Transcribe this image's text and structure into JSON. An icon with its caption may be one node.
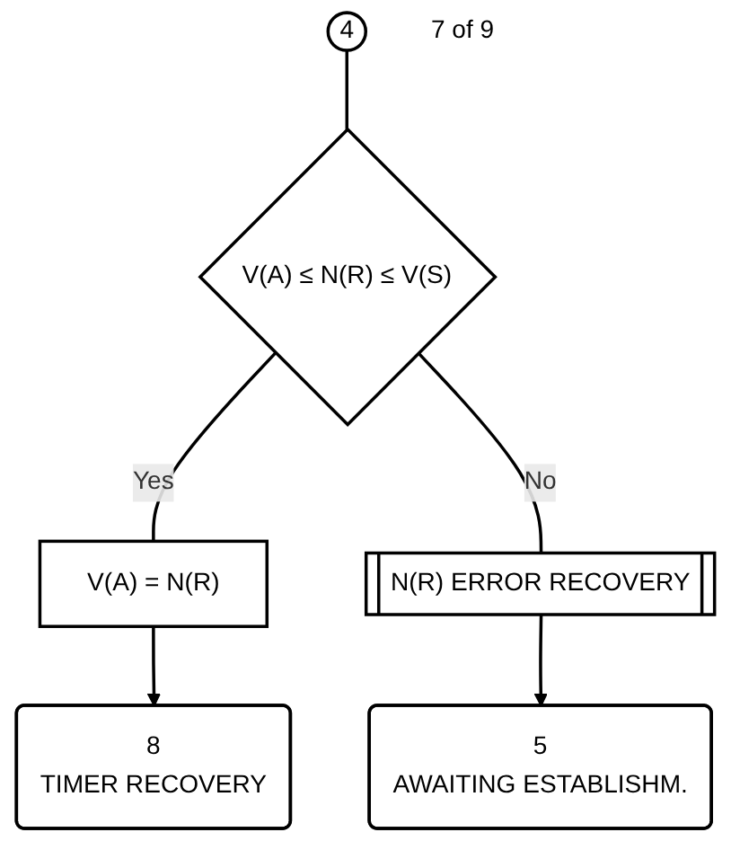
{
  "diagram": {
    "nodes": [
      {
        "text": [
          "4"
        ],
        "beside": [
          "7 of 9"
        ]
      },
      {
        "text": [
          "V(A) ≤ N(R) ≤ V(S)"
        ]
      },
      {
        "text": [
          "V(A) = N(R)"
        ]
      },
      {
        "text": [
          "N(R) ERROR RECOVERY"
        ]
      },
      {
        "text": [
          "8",
          "TIMER RECOVERY"
        ]
      },
      {
        "text": [
          "5",
          "AWAITING ESTABLISHM."
        ]
      }
    ],
    "edges": [
      {
        "from": 0,
        "to": 1,
        "arrow": "none"
      },
      {
        "from": 1,
        "to": 2,
        "arrow": "none",
        "label": "Yes"
      },
      {
        "from": 1,
        "to": 3,
        "arrow": "none",
        "label": "No"
      },
      {
        "from": 2,
        "to": 4,
        "arrow": "to"
      },
      {
        "from": 3,
        "to": 5,
        "arrow": "to"
      }
    ]
  }
}
